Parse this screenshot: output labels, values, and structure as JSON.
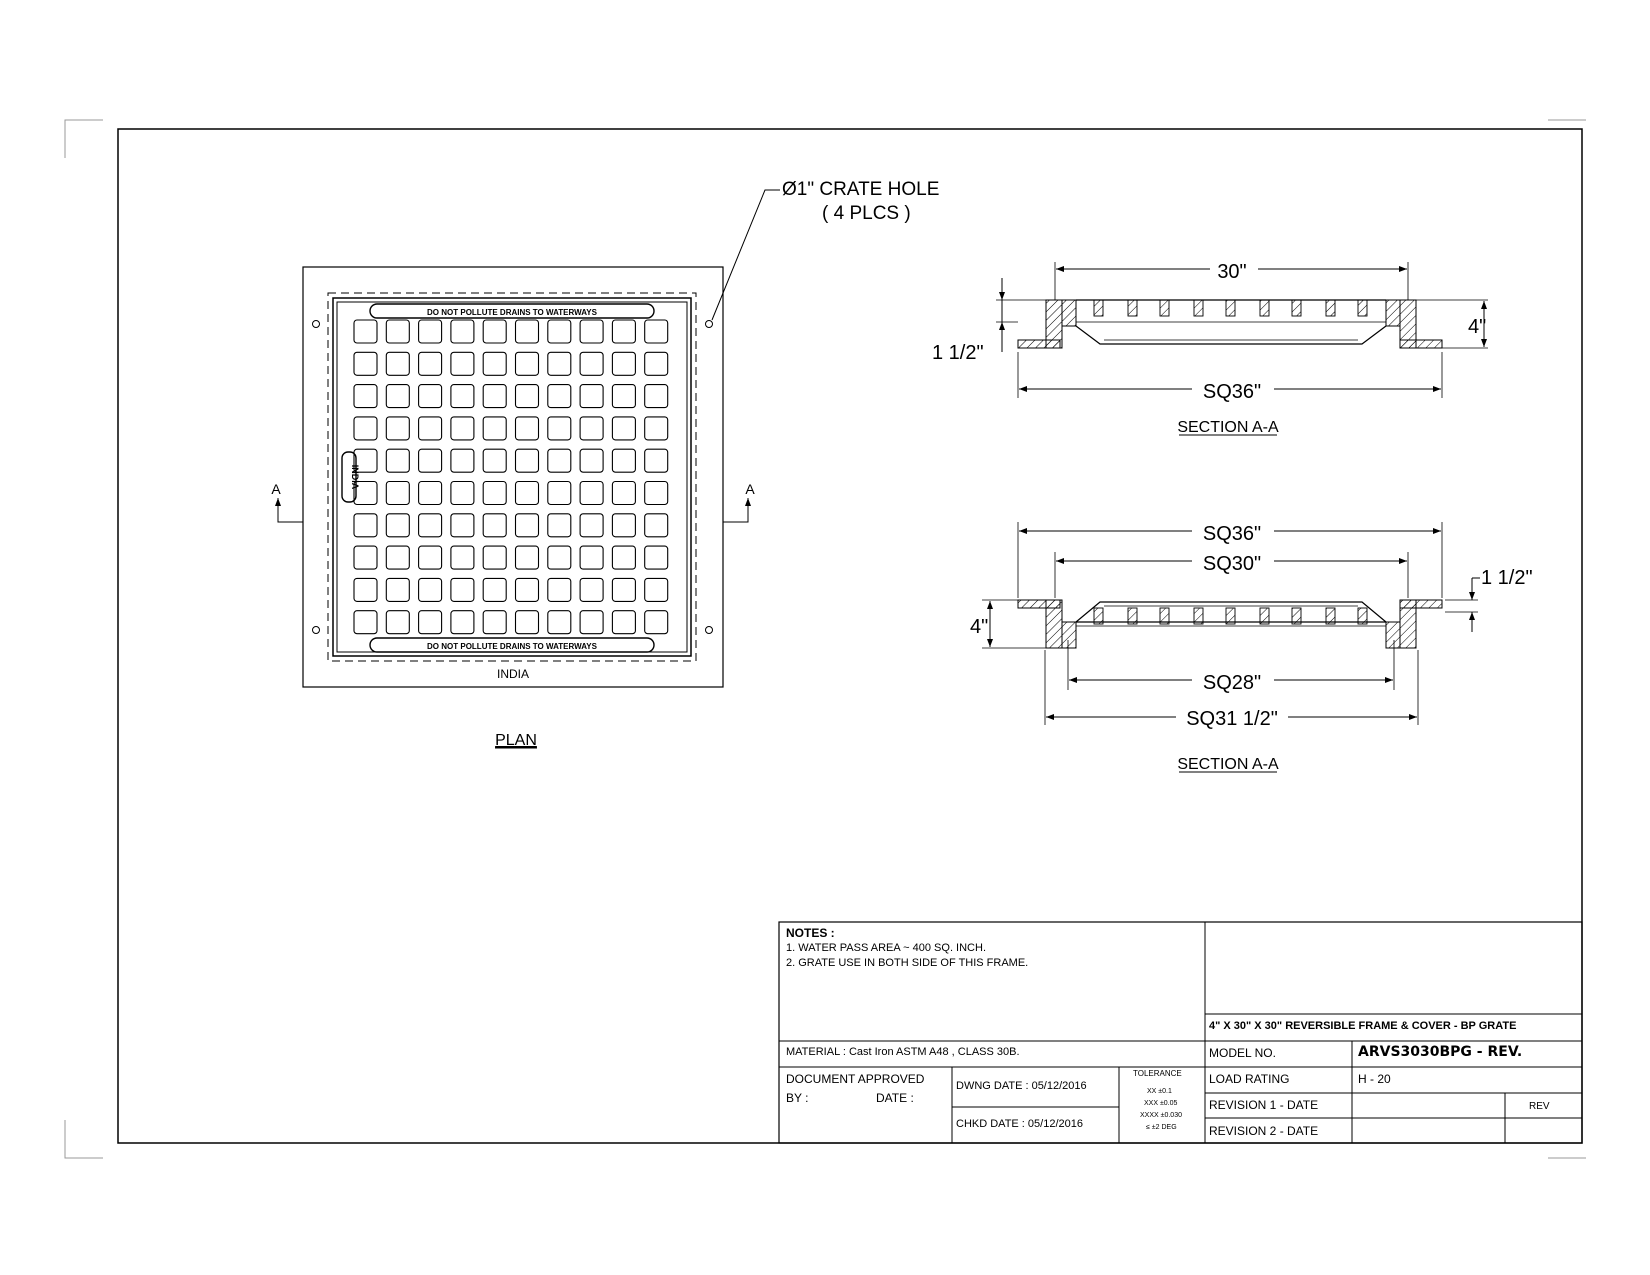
{
  "plan": {
    "hole_note": "Ø1\" CRATE HOLE",
    "hole_qty": "( 4 PLCS )",
    "section_marker": "A",
    "top_text": "DO NOT POLLUTE  DRAINS TO WATERWAYS",
    "bottom_text": "DO NOT POLLUTE  DRAINS TO WATERWAYS",
    "side_text": "INDIA",
    "frame_label": "INDIA",
    "title": "PLAN"
  },
  "section_top": {
    "dim_top": "30\"",
    "dim_height": "4\"",
    "dim_flange": "1 1/2\"",
    "dim_overall": "SQ36\"",
    "title": "SECTION A-A"
  },
  "section_bottom": {
    "dim_sq36": "SQ36\"",
    "dim_sq30": "SQ30\"",
    "dim_flange": "1 1/2\"",
    "dim_height": "4\"",
    "dim_sq28": "SQ28\"",
    "dim_sq31": "SQ31 1/2\"",
    "title": "SECTION A-A"
  },
  "title_block": {
    "notes_heading": "NOTES :",
    "note_1": "1. WATER PASS AREA ~ 400 SQ. INCH.",
    "note_2": "2. GRATE USE IN BOTH SIDE OF THIS FRAME.",
    "product_title": "4\" X 30\" X 30\" REVERSIBLE FRAME & COVER - BP GRATE",
    "material": "MATERIAL : Cast Iron ASTM A48  , CLASS 30B.",
    "model_label": "MODEL NO.",
    "model_value": "ARVS3030BPG - REV.",
    "doc_approved": "DOCUMENT APPROVED",
    "by_label": "BY :",
    "date_label": "DATE :",
    "dwng_date": "DWNG DATE : 05/12/2016",
    "chkd_date": "CHKD DATE : 05/12/2016",
    "tolerance_label": "TOLERANCE",
    "tol_1": "XX ±0.1",
    "tol_2": "XXX ±0.05",
    "tol_3": "XXXX ±0.030",
    "tol_4": "≤ ±2 DEG",
    "load_label": "LOAD RATING",
    "load_value": "H - 20",
    "rev1_label": "REVISION 1 - DATE",
    "rev2_label": "REVISION 2 - DATE",
    "rev_label": "REV"
  }
}
